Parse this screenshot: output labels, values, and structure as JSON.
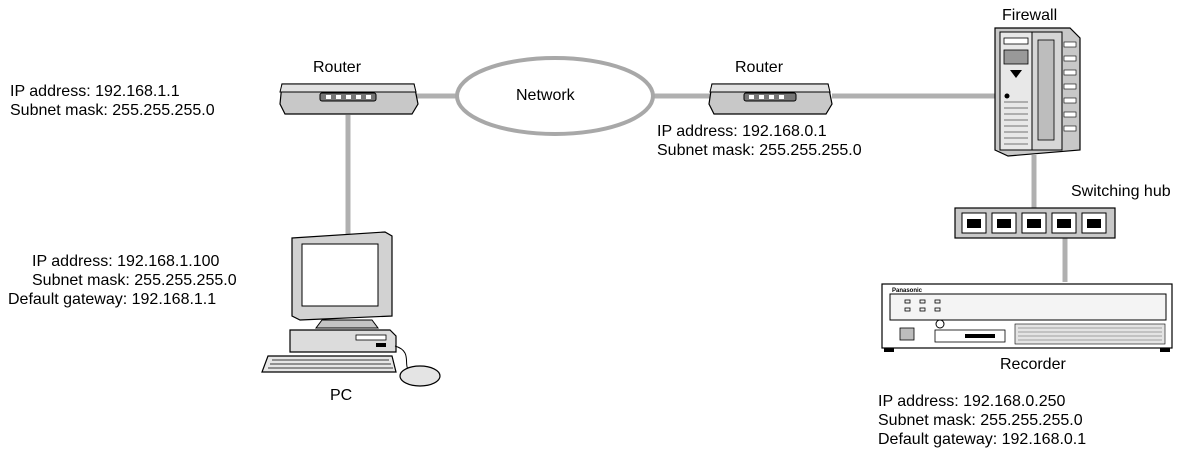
{
  "router_left": {
    "title": "Router",
    "ip": "IP address: 192.168.1.1",
    "subnet": "Subnet mask: 255.255.255.0"
  },
  "network": {
    "label": "Network"
  },
  "router_right": {
    "title": "Router",
    "ip": "IP address: 192.168.0.1",
    "subnet": "Subnet mask: 255.255.255.0"
  },
  "firewall": {
    "title": "Firewall"
  },
  "switching_hub": {
    "title": "Switching hub"
  },
  "pc": {
    "title": "PC",
    "ip": "IP address: 192.168.1.100",
    "subnet": "Subnet mask: 255.255.255.0",
    "gateway": "Default gateway: 192.168.1.1"
  },
  "recorder": {
    "title": "Recorder",
    "brand": "Panasonic",
    "ip": "IP address: 192.168.0.250",
    "subnet": "Subnet mask: 255.255.255.0",
    "gateway": "Default gateway: 192.168.0.1"
  },
  "colors": {
    "cable": "#b0b0b0",
    "device_fill": "#c8c8c8",
    "device_stroke": "#000000",
    "network_cloud": "#a8a8a8"
  }
}
